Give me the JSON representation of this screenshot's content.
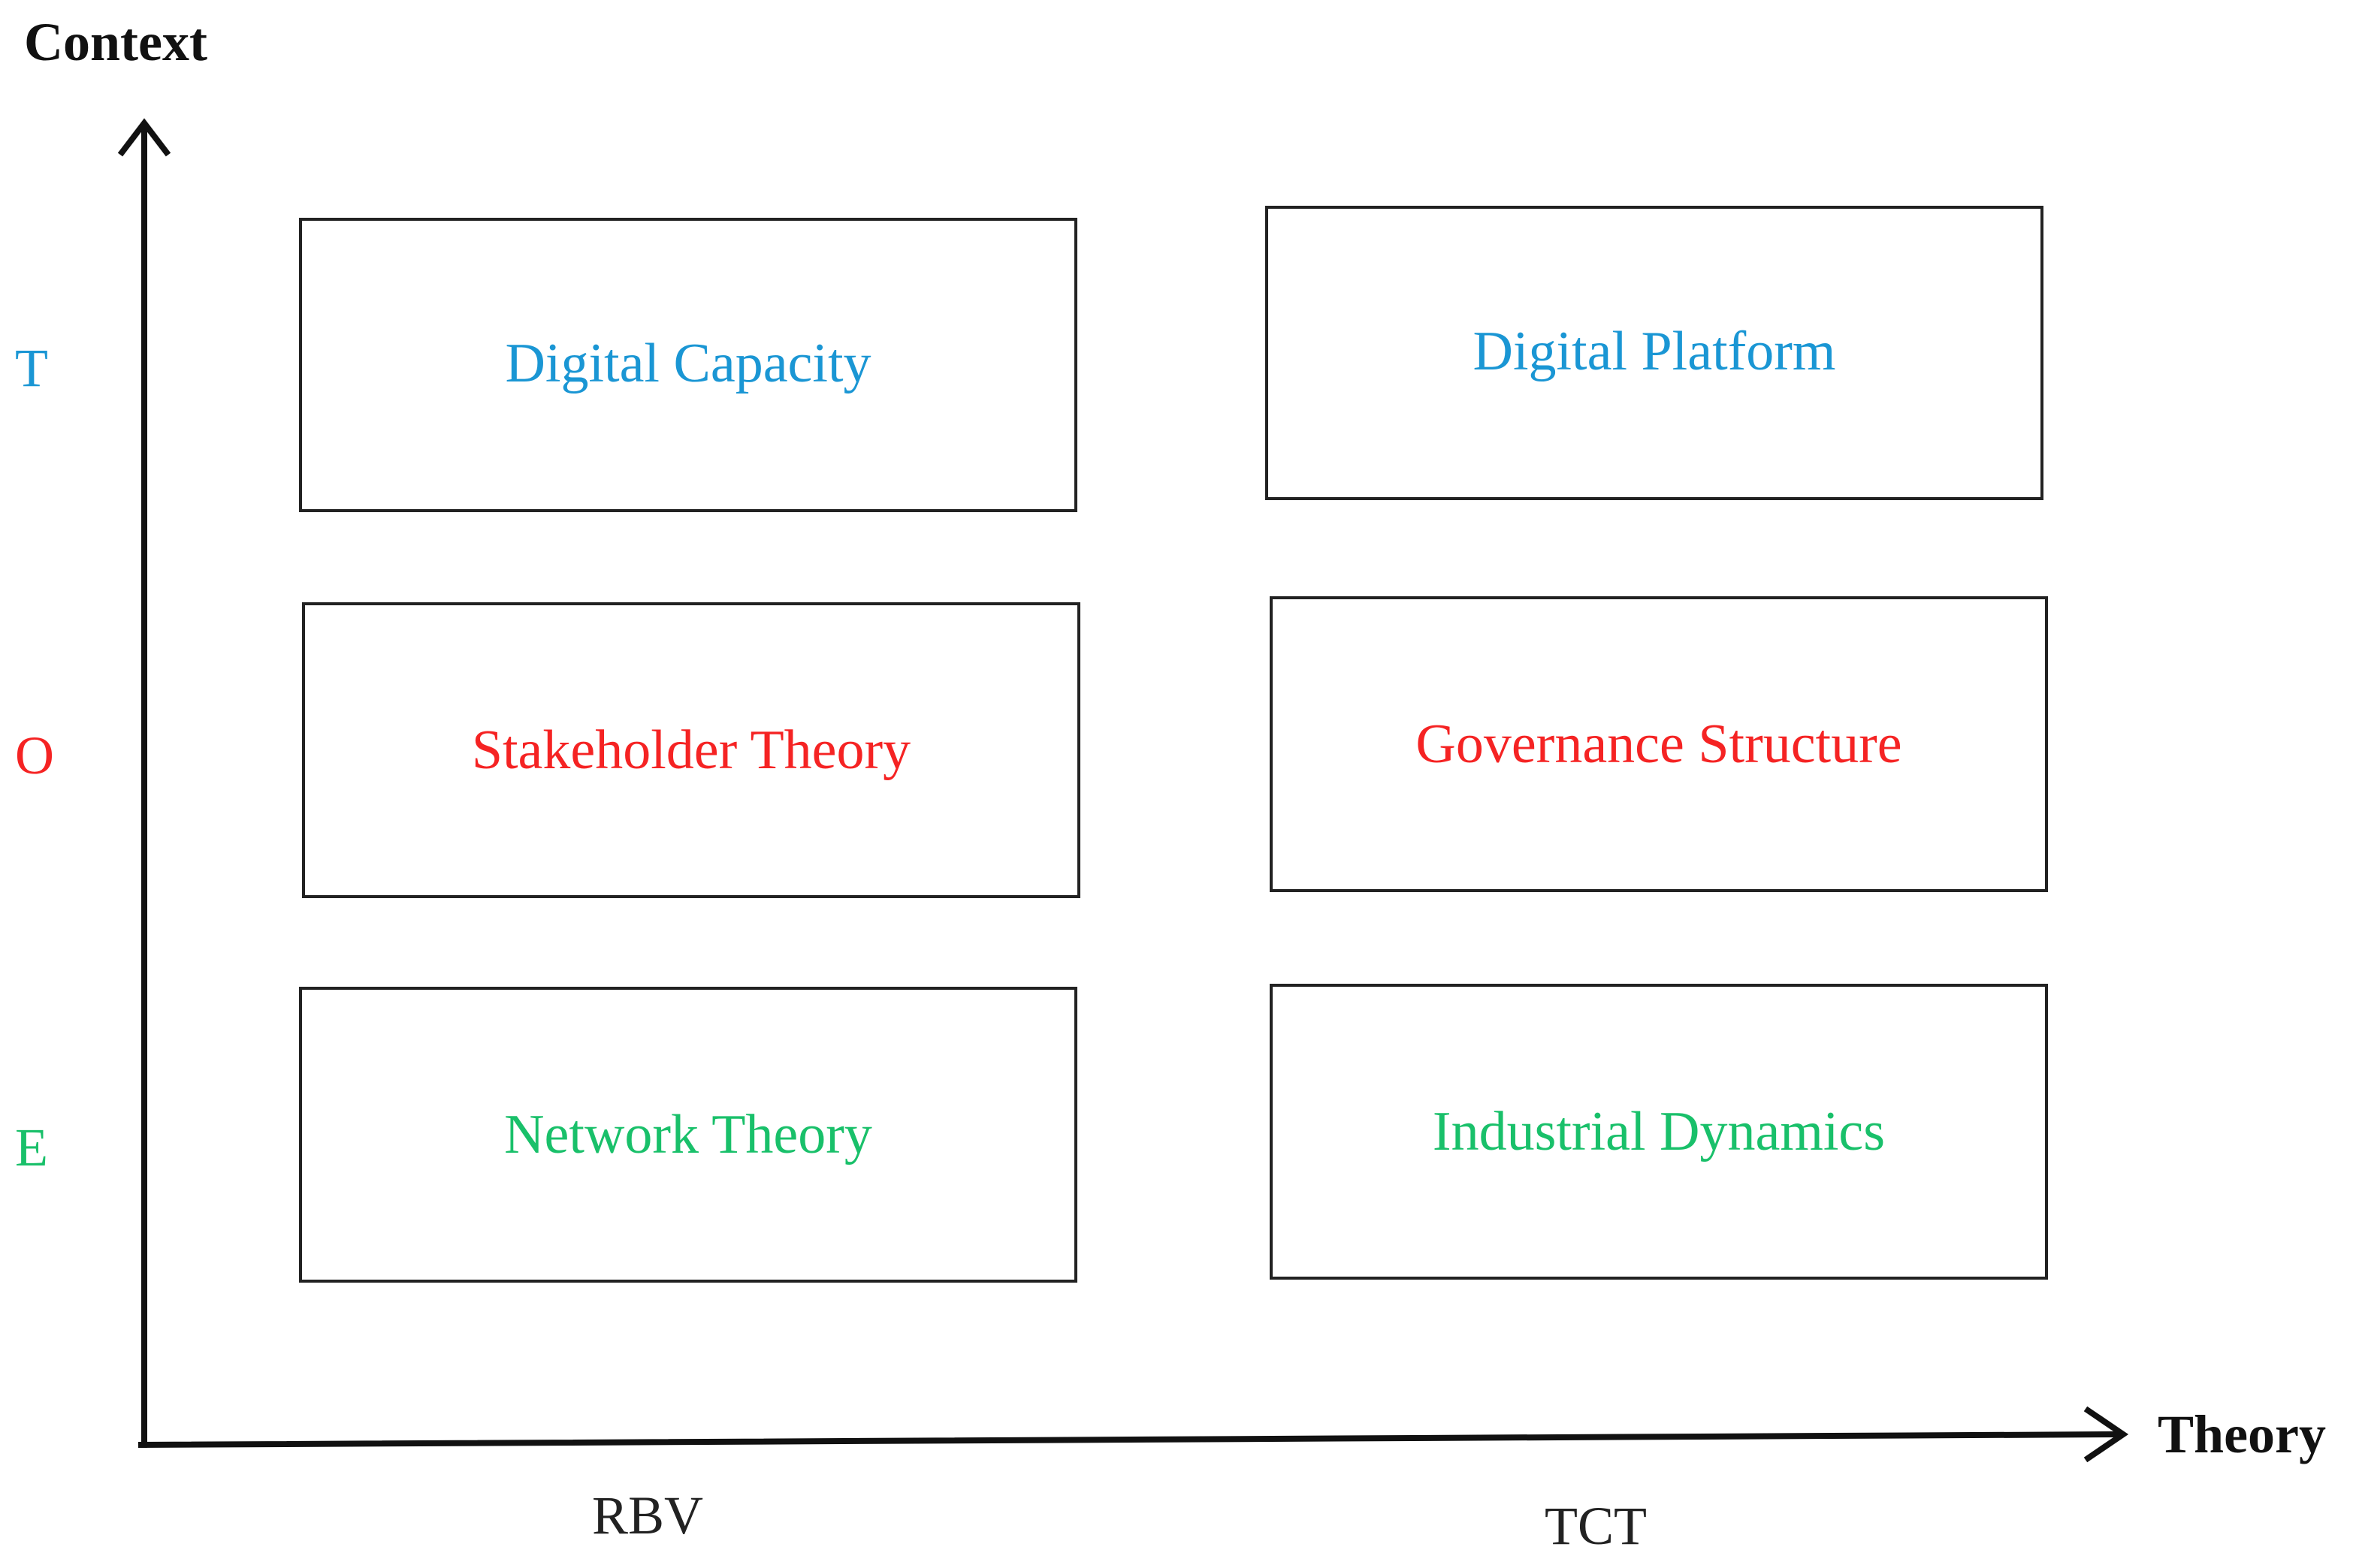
{
  "axes": {
    "y_title": "Context",
    "x_title": "Theory"
  },
  "rows": [
    {
      "label": "T",
      "color": "#1a96d4"
    },
    {
      "label": "O",
      "color": "#f52323"
    },
    {
      "label": "E",
      "color": "#19c06a"
    }
  ],
  "columns": [
    {
      "label": "RBV"
    },
    {
      "label": "TCT"
    }
  ],
  "cells": {
    "digital_capacity": "Digital Capacity",
    "digital_platform": "Digital Platform",
    "stakeholder_theory": "Stakeholder Theory",
    "governance_structure": "Governance Structure",
    "network_theory": "Network Theory",
    "industrial_dynamics": "Industrial Dynamics"
  }
}
